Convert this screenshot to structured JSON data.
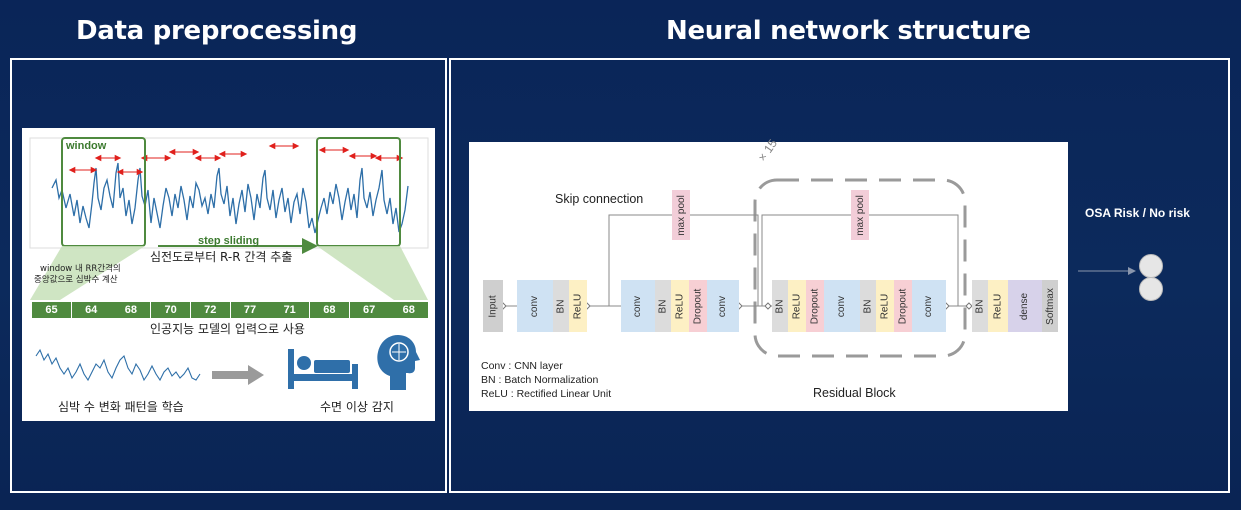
{
  "headings": {
    "left": "Data preprocessing",
    "right": "Neural network structure"
  },
  "preprocessing": {
    "window_label": "window",
    "step_sliding_label": "step sliding",
    "rr_extract_caption": "심전도로부터 R-R 간격 추출",
    "median_note_line1": "window 내 RR간격의",
    "median_note_line2": "중앙값으로 심박수 계산",
    "heart_rates": [
      "65",
      "64",
      "68",
      "70",
      "72",
      "77",
      "71",
      "68",
      "67",
      "68"
    ],
    "model_input_caption": "인공지능 모델의 입력으로 사용",
    "learn_caption": "심박 수 변화 패턴을 학습",
    "detect_caption": "수면 이상 감지",
    "colors": {
      "green": "#4f8a3f",
      "signal": "#2e6fa8",
      "arrow_red": "#e0201c"
    }
  },
  "network": {
    "skip_connection_label": "Skip connection",
    "repeat_label": "× 15",
    "residual_block_label": "Residual Block",
    "output_label": "OSA Risk / No risk",
    "blocks": {
      "input": "Input",
      "conv": "conv",
      "bn": "BN",
      "relu": "ReLU",
      "dropout": "Dropout",
      "max_pool": "max pool",
      "dense": "dense",
      "softmax": "Softmax"
    },
    "legend": [
      "Conv : CNN layer",
      "BN : Batch Normalization",
      "ReLU : Rectified Linear Unit"
    ],
    "colors": {
      "conv": "#cfe2f3",
      "bn": "#dcdcdc",
      "relu": "#fdf0c4",
      "dropout": "#f7cfd4",
      "max_pool": "#f2cdd8",
      "input": "#cfcfcf",
      "dense": "#d7d2ea",
      "softmax": "#cfcfcf"
    }
  }
}
